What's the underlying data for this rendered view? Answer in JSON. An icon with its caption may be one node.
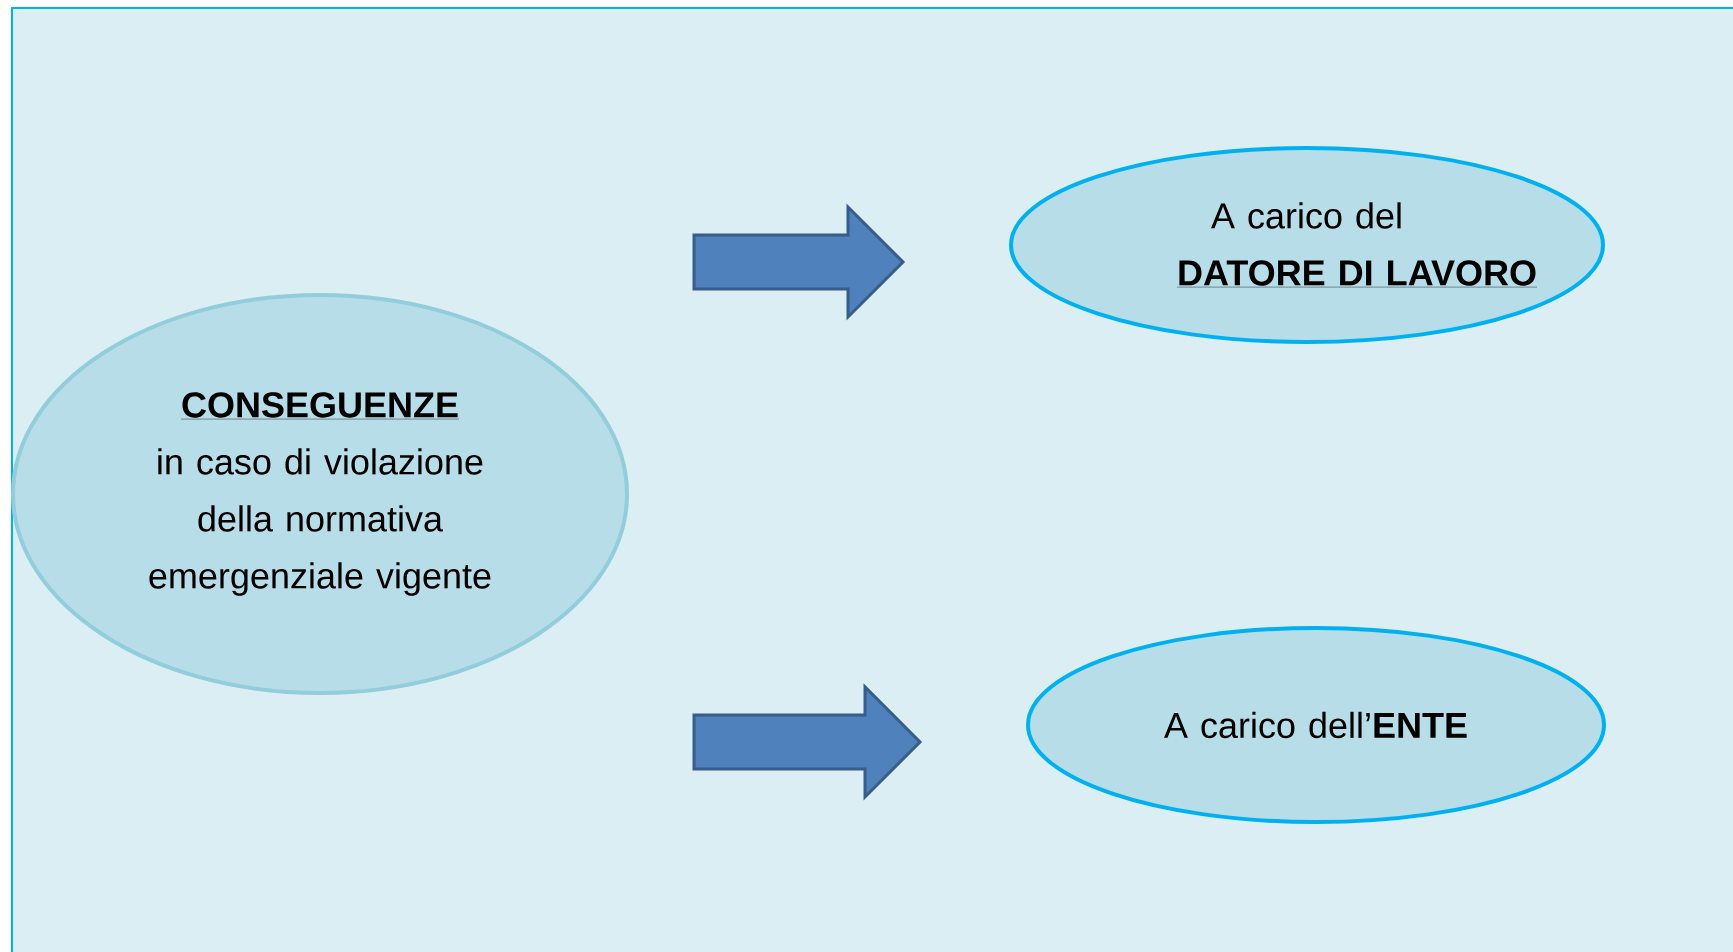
{
  "diagram": {
    "nodes": [
      {
        "text": [
          "CONSEGUENZE",
          "in caso di violazione della normativa emergenziale vigente"
        ]
      },
      {
        "text": [
          "A carico del",
          "DATORE DI LAVORO"
        ]
      },
      {
        "text": [
          "A carico dell’**ENTE**"
        ]
      }
    ],
    "edges": [
      {
        "from": 0,
        "to": 1,
        "arrow": "to"
      },
      {
        "from": 0,
        "to": 2,
        "arrow": "to"
      }
    ]
  }
}
